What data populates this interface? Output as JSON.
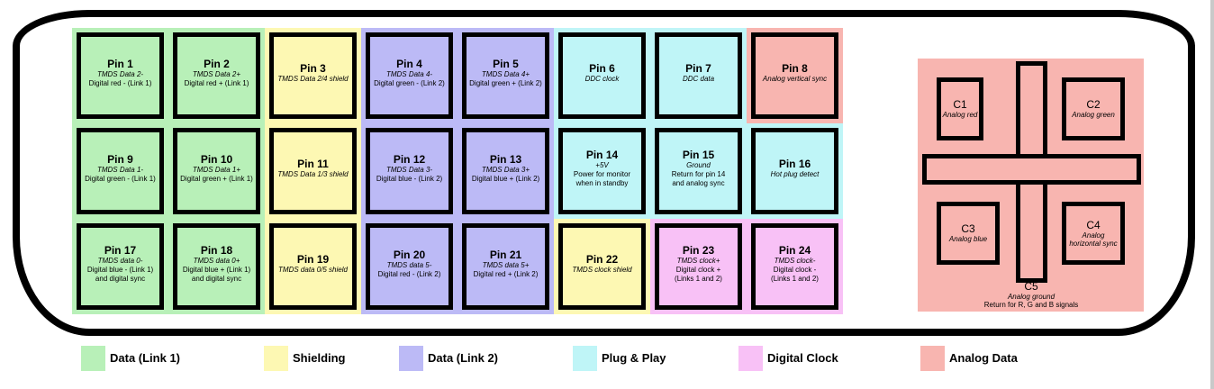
{
  "colors": {
    "data_link1": "#b8f0b8",
    "shielding": "#fdf8b3",
    "data_link2": "#bcbaf6",
    "plug_play": "#bff5f7",
    "digital_clock": "#f8c1f6",
    "analog_data": "#f8b5b0"
  },
  "pins": [
    {
      "name": "Pin 1",
      "italic": "TMDS Data 2-",
      "plain": "Digital red - (Link 1)",
      "group": "data_link1"
    },
    {
      "name": "Pin 2",
      "italic": "TMDS Data 2+",
      "plain": "Digital red + (Link 1)",
      "group": "data_link1"
    },
    {
      "name": "Pin 3",
      "italic": "TMDS Data 2/4 shield",
      "plain": "",
      "group": "shielding"
    },
    {
      "name": "Pin 4",
      "italic": "TMDS Data 4-",
      "plain": "Digital green - (Link 2)",
      "group": "data_link2"
    },
    {
      "name": "Pin 5",
      "italic": "TMDS Data 4+",
      "plain": "Digital green + (Link 2)",
      "group": "data_link2"
    },
    {
      "name": "Pin 6",
      "italic": "DDC clock",
      "plain": "",
      "group": "plug_play"
    },
    {
      "name": "Pin 7",
      "italic": "DDC data",
      "plain": "",
      "group": "plug_play"
    },
    {
      "name": "Pin 8",
      "italic": "Analog vertical sync",
      "plain": "",
      "group": "analog_data"
    },
    {
      "name": "Pin 9",
      "italic": "TMDS Data 1-",
      "plain": "Digital green - (Link 1)",
      "group": "data_link1"
    },
    {
      "name": "Pin 10",
      "italic": "TMDS Data 1+",
      "plain": "Digital green + (Link 1)",
      "group": "data_link1"
    },
    {
      "name": "Pin 11",
      "italic": "TMDS Data 1/3 shield",
      "plain": "",
      "group": "shielding"
    },
    {
      "name": "Pin 12",
      "italic": "TMDS Data 3-",
      "plain": "Digital blue - (Link 2)",
      "group": "data_link2"
    },
    {
      "name": "Pin 13",
      "italic": "TMDS Data 3+",
      "plain": "Digital blue + (Link 2)",
      "group": "data_link2"
    },
    {
      "name": "Pin 14",
      "italic": "+5V",
      "plain": "Power for monitor\nwhen in standby",
      "group": "plug_play"
    },
    {
      "name": "Pin 15",
      "italic": "Ground",
      "plain": "Return for pin 14\nand analog sync",
      "group": "plug_play"
    },
    {
      "name": "Pin 16",
      "italic": "Hot plug detect",
      "plain": "",
      "group": "plug_play"
    },
    {
      "name": "Pin 17",
      "italic": "TMDS data 0-",
      "plain": "Digital blue - (Link 1)\nand digital sync",
      "group": "data_link1"
    },
    {
      "name": "Pin 18",
      "italic": "TMDS data 0+",
      "plain": "Digital blue + (Link 1)\nand digital sync",
      "group": "data_link1"
    },
    {
      "name": "Pin 19",
      "italic": "TMDS data 0/5 shield",
      "plain": "",
      "group": "shielding"
    },
    {
      "name": "Pin 20",
      "italic": "TMDS data 5-",
      "plain": "Digital red - (Link 2)",
      "group": "data_link2"
    },
    {
      "name": "Pin 21",
      "italic": "TMDS data 5+",
      "plain": "Digital red + (Link 2)",
      "group": "data_link2"
    },
    {
      "name": "Pin 22",
      "italic": "TMDS clock shield",
      "plain": "",
      "group": "shielding"
    },
    {
      "name": "Pin 23",
      "italic": "TMDS clock+",
      "plain": "Digital clock +\n(Links 1 and 2)",
      "group": "digital_clock"
    },
    {
      "name": "Pin 24",
      "italic": "TMDS clock-",
      "plain": "Digital clock -\n(Links 1 and 2)",
      "group": "digital_clock"
    }
  ],
  "analog": {
    "c1": {
      "name": "C1",
      "desc": "Analog red"
    },
    "c2": {
      "name": "C2",
      "desc": "Analog green"
    },
    "c3": {
      "name": "C3",
      "desc": "Analog blue"
    },
    "c4": {
      "name": "C4",
      "desc": "Analog\nhorizontal sync"
    },
    "c5": {
      "name": "C5",
      "desc": "Analog ground",
      "note": "Return for R, G and B signals"
    }
  },
  "legend": [
    {
      "label": "Data (Link 1)",
      "group": "data_link1"
    },
    {
      "label": "Shielding",
      "group": "shielding"
    },
    {
      "label": "Data (Link 2)",
      "group": "data_link2"
    },
    {
      "label": "Plug & Play",
      "group": "plug_play"
    },
    {
      "label": "Digital Clock",
      "group": "digital_clock"
    },
    {
      "label": "Analog Data",
      "group": "analog_data"
    }
  ]
}
